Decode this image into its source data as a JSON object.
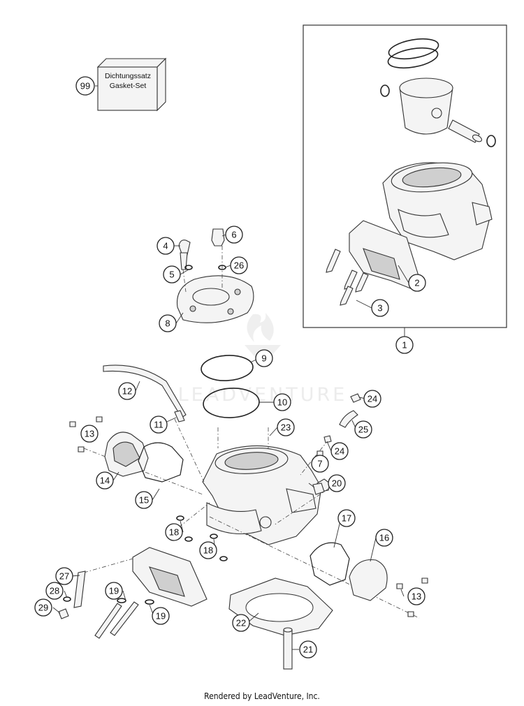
{
  "diagram": {
    "kit_box": {
      "line1": "Dichtungssatz",
      "line2": "Gasket-Set",
      "callout": "99"
    },
    "watermark": "LEADVENTURE",
    "callouts": [
      "1",
      "2",
      "3",
      "4",
      "5",
      "6",
      "7",
      "8",
      "9",
      "10",
      "11",
      "12",
      "13",
      "13",
      "14",
      "15",
      "16",
      "17",
      "18",
      "18",
      "19",
      "19",
      "20",
      "21",
      "22",
      "23",
      "24",
      "24",
      "25",
      "26",
      "27",
      "28",
      "29"
    ]
  },
  "footer": {
    "text": "Rendered by LeadVenture, Inc."
  }
}
